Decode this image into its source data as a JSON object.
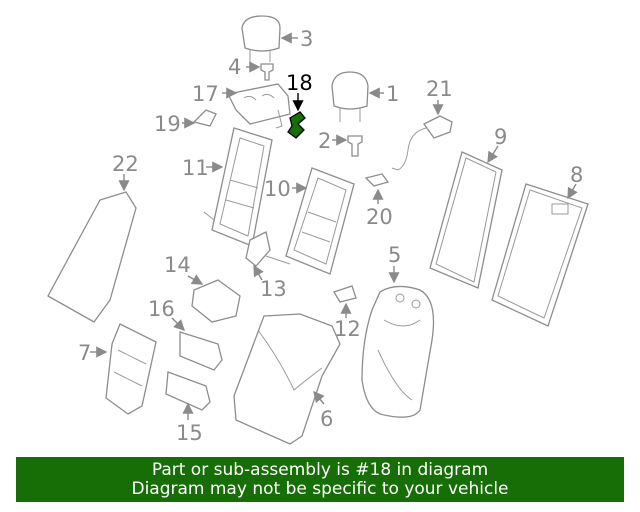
{
  "diagram": {
    "callouts": [
      "3",
      "4",
      "18",
      "1",
      "21",
      "17",
      "19",
      "2",
      "9",
      "22",
      "11",
      "10",
      "8",
      "20",
      "5",
      "14",
      "13",
      "16",
      "12",
      "7",
      "6",
      "15"
    ],
    "highlighted_callout": "18",
    "highlight_color": "#176e06"
  },
  "banner": {
    "line1": "Part or sub-assembly is #18 in diagram",
    "line2": "Diagram may not be specific to your vehicle",
    "background": "#176e06",
    "text_color": "#ffffff"
  }
}
